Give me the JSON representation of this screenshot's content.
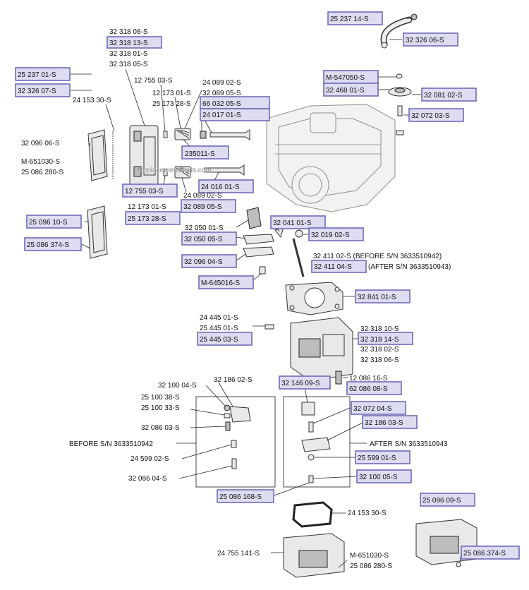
{
  "watermark": "eReplacementParts.com",
  "labels": {
    "l01": "25 237 14-S",
    "l02": "32 326 06-S",
    "l03": "M-547050-S",
    "l04": "32 468 01-S",
    "l05": "32 081 02-S",
    "l06": "32 072 03-S",
    "l07": "32 318 08-S",
    "l08": "32 318 13-S",
    "l09": "32 318 01-S",
    "l10": "32 318 05-S",
    "l11": "25 237 01-S",
    "l12": "32 326 07-S",
    "l13": "12 755 03-S",
    "l14": "24 089 02-S",
    "l15": "12 173 01-S",
    "l16": "32 089 05-S",
    "l17": "24 153 30-S",
    "l18": "25 173 28-S",
    "l19": "66 032 05-S",
    "l20": "24 017 01-S",
    "l21": "32 096 06-S",
    "l22": "235011-S",
    "l23": "M-651030-S",
    "l24": "25 086 280-S",
    "l25": "24 016 01-S",
    "l26": "12 755 03-S",
    "l27": "24 089 02-S",
    "l28": "12 173 01-S",
    "l29": "32 089 05-S",
    "l30": "25 173 28-S",
    "l31": "25 096 10-S",
    "l32": "32 050 01-S",
    "l33": "32 041 01-S",
    "l34": "32 050 05-S",
    "l35": "32 019 02-S",
    "l36": "25 086 374-S",
    "l37": "32 411 02-S (BEFORE S/N 3633510942)",
    "l38": "32 096 04-S",
    "l39": "32 411 04-S",
    "l39b": "(AFTER S/N 3633510943)",
    "l40": "M-645016-S",
    "l41": "32 841 01-S",
    "l42": "24 445 01-S",
    "l43": "25 445 01-S",
    "l44": "32 318 10-S",
    "l45": "25 445 03-S",
    "l46": "32 318 14-S",
    "l47": "32 318 02-S",
    "l48": "32 318 06-S",
    "l49": "12 086 16-S",
    "l50": "32 186 02-S",
    "l51": "32 146 09-S",
    "l52": "62 086 08-S",
    "l53": "32 100 04-S",
    "l54": "25 100 38-S",
    "l55": "25 100 33-S",
    "l56": "32 072 04-S",
    "l57": "32 086 03-S",
    "l58": "32 186 03-S",
    "l59": "BEFORE S/N 3633510942",
    "l60": "AFTER S/N 3633510943",
    "l61": "24 599 02-S",
    "l62": "25 599 01-S",
    "l63": "32 086 04-S",
    "l64": "32 100 05-S",
    "l65": "25 086 168-S",
    "l66": "25 096 09-S",
    "l67": "24 153 30-S",
    "l68": "24 755 141-S",
    "l69": "M-651030-S",
    "l70": "25 086 280-S",
    "l71": "25 086 374-S"
  }
}
